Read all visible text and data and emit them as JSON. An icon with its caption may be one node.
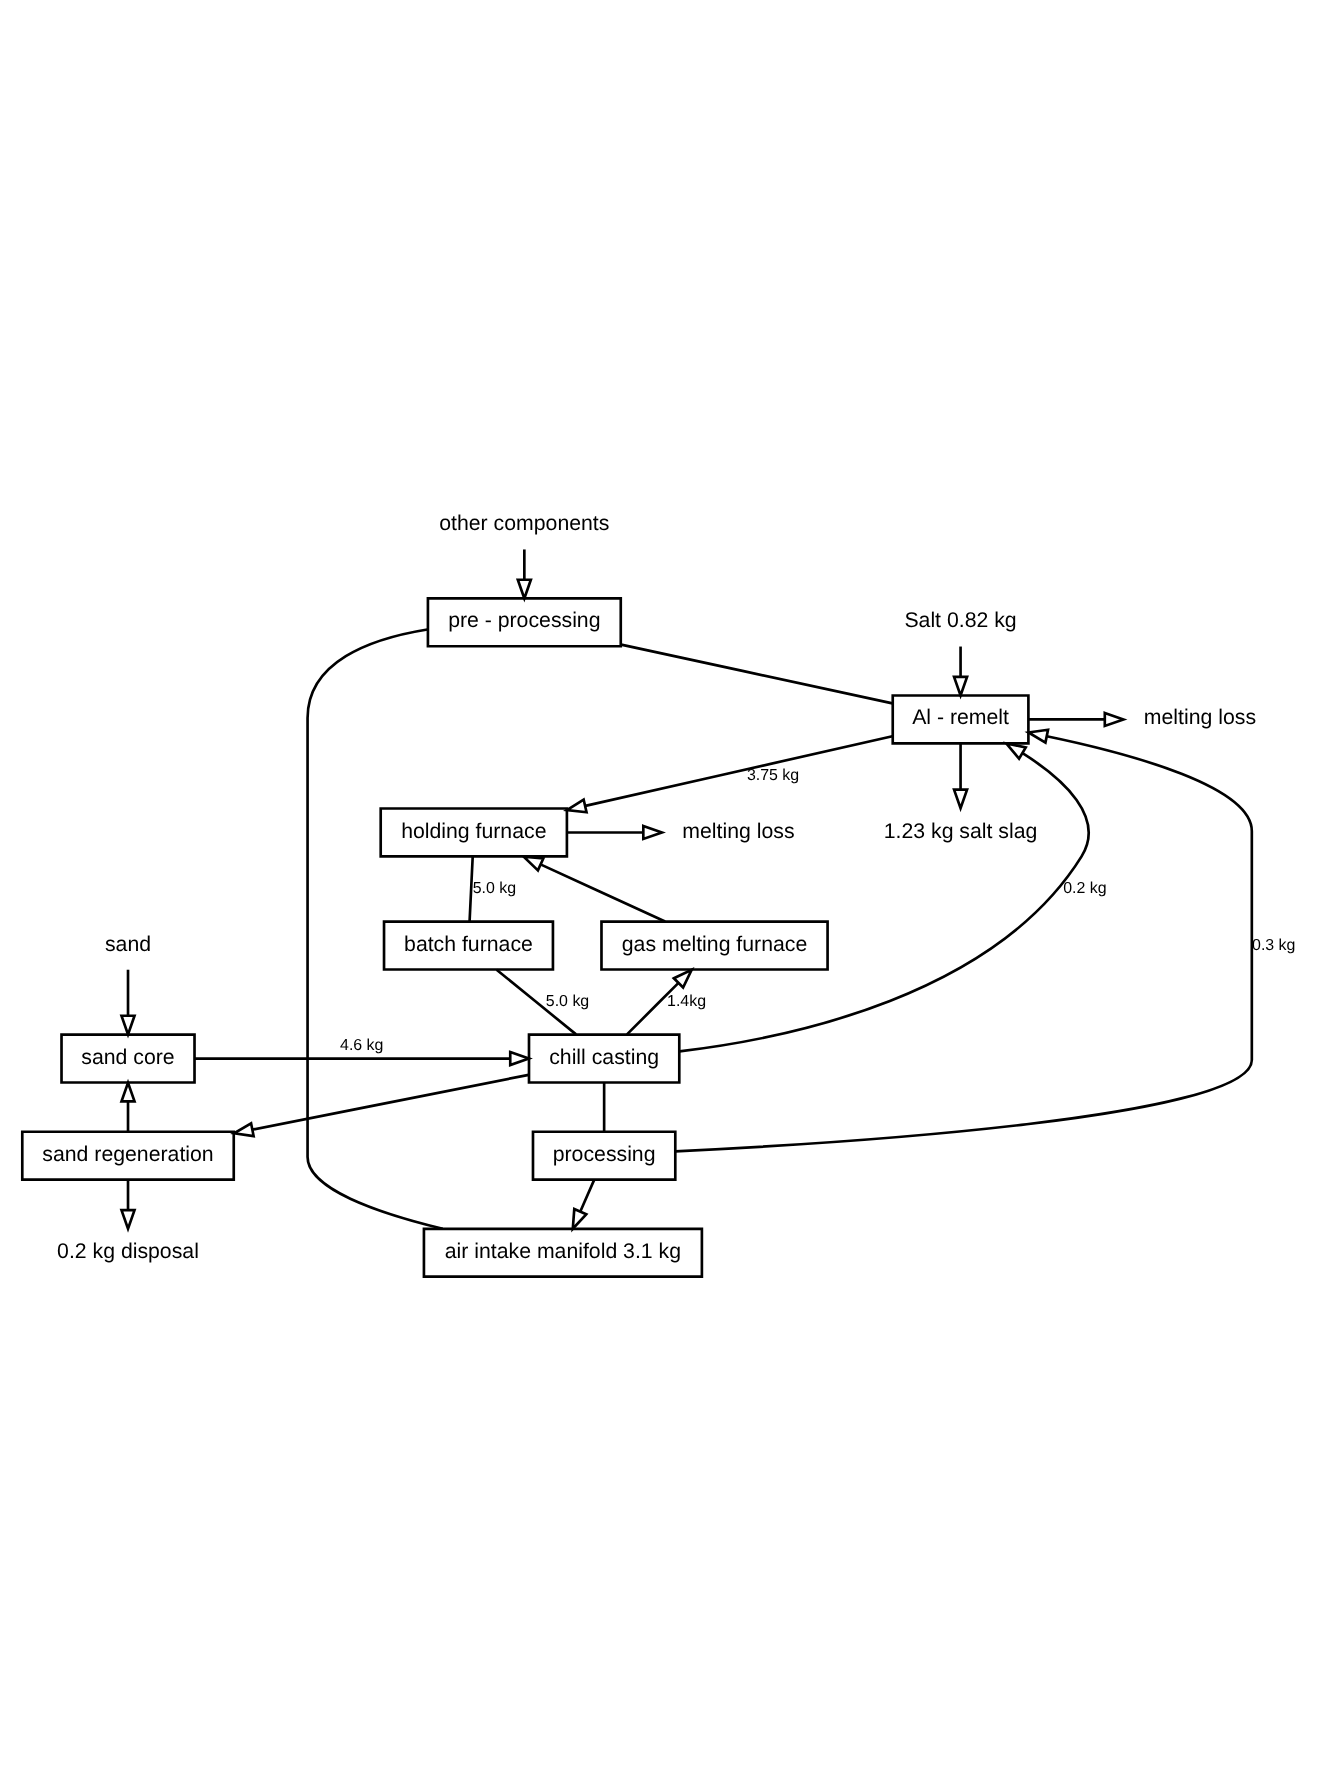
{
  "diagram": {
    "nodes": [
      {
        "text": [
          "other components"
        ]
      },
      {
        "text": [
          "pre - processing"
        ]
      },
      {
        "text": [
          "Salt 0.82 kg"
        ]
      },
      {
        "text": [
          "melting loss"
        ]
      },
      {
        "text": [
          "Al - remelt"
        ]
      },
      {
        "text": [
          "1.23 kg salt slag"
        ]
      },
      {
        "text": [
          "melting loss"
        ]
      },
      {
        "text": [
          "holding furnace"
        ]
      },
      {
        "text": [
          "gas melting furnace"
        ]
      },
      {
        "text": [
          "batch furnace"
        ]
      },
      {
        "text": [
          "sand"
        ]
      },
      {
        "text": [
          "sand core"
        ]
      },
      {
        "text": [
          "chill casting"
        ]
      },
      {
        "text": [
          "sand regeneration"
        ]
      },
      {
        "text": [
          "processing"
        ]
      },
      {
        "text": [
          "0.2 kg disposal"
        ]
      },
      {
        "text": [
          "air intake manifold 3.1 kg"
        ]
      }
    ],
    "edges": [
      {
        "from": 0,
        "to": 1,
        "arrow": "to"
      },
      {
        "from": 1,
        "to": 4,
        "arrow": "none"
      },
      {
        "from": 2,
        "to": 4,
        "arrow": "to"
      },
      {
        "from": 4,
        "to": 3,
        "arrow": "to"
      },
      {
        "from": 4,
        "to": 5,
        "arrow": "to"
      },
      {
        "from": 4,
        "to": 7,
        "arrow": "to",
        "label": "3.75 kg"
      },
      {
        "from": 7,
        "to": 6,
        "arrow": "to"
      },
      {
        "from": 7,
        "to": 9,
        "arrow": "none",
        "label": "5.0 kg"
      },
      {
        "from": 8,
        "to": 7,
        "arrow": "to"
      },
      {
        "from": 9,
        "to": 12,
        "arrow": "none",
        "label": "5.0 kg"
      },
      {
        "from": 10,
        "to": 11,
        "arrow": "to"
      },
      {
        "from": 11,
        "to": 12,
        "arrow": "to",
        "label": "4.6 kg"
      },
      {
        "from": 12,
        "to": 8,
        "arrow": "to",
        "label": "1.4kg"
      },
      {
        "from": 12,
        "to": 13,
        "arrow": "to"
      },
      {
        "from": 13,
        "to": 11,
        "arrow": "to"
      },
      {
        "from": 13,
        "to": 15,
        "arrow": "to"
      },
      {
        "from": 12,
        "to": 4,
        "arrow": "to",
        "label": "0.2 kg"
      },
      {
        "from": 12,
        "to": 14,
        "arrow": "none"
      },
      {
        "from": 14,
        "to": 4,
        "arrow": "to",
        "label": "0.3 kg"
      },
      {
        "from": 14,
        "to": 16,
        "arrow": "to"
      },
      {
        "from": 16,
        "to": 1,
        "arrow": "none"
      }
    ]
  }
}
